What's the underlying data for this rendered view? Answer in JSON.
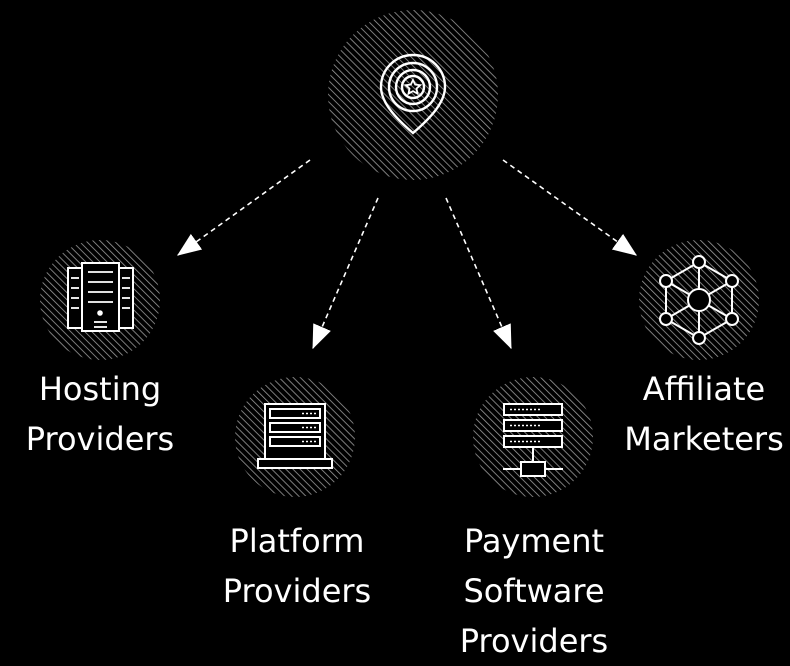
{
  "diagram": {
    "center_node": {
      "icon": "location-pin-target-icon"
    },
    "nodes": [
      {
        "id": "hosting",
        "icon": "server-rack-icon",
        "lines": [
          "Hosting",
          "Providers"
        ]
      },
      {
        "id": "platform",
        "icon": "server-stack-icon",
        "lines": [
          "Platform",
          "Providers"
        ]
      },
      {
        "id": "payment",
        "icon": "network-server-icon",
        "lines": [
          "Payment",
          "Software",
          "Providers"
        ]
      },
      {
        "id": "affiliate",
        "icon": "network-hexagon-icon",
        "lines": [
          "Affiliate",
          "Marketers"
        ]
      }
    ],
    "colors": {
      "background": "#000000",
      "foreground": "#ffffff",
      "hatch": "#8a8a8a"
    }
  }
}
